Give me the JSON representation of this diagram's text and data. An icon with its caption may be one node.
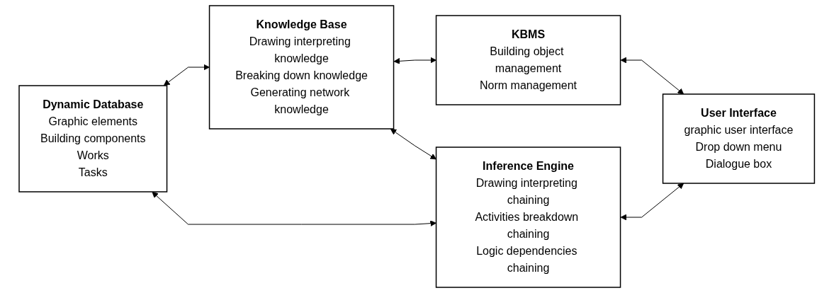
{
  "diagram": {
    "nodes": [
      {
        "text": [
          "Knowledge Base",
          "Drawing interpreting knowledge",
          "Breaking down knowledge",
          "Generating network knowledge"
        ]
      },
      {
        "text": [
          "KBMS",
          "Building object management",
          "Norm management"
        ]
      },
      {
        "text": [
          "Dynamic Database",
          "Graphic elements",
          "Building components",
          "Works",
          "Tasks"
        ]
      },
      {
        "text": [
          "Inference Engine",
          "Drawing interpreting chaining",
          "Activities breakdown chaining",
          "Logic dependencies chaining"
        ]
      },
      {
        "text": [
          "User Interface",
          "graphic user interface",
          "Drop down menu",
          "Dialogue box"
        ]
      }
    ],
    "edges": [
      {
        "from": 2,
        "to": 0,
        "arrow": "both"
      },
      {
        "from": 0,
        "to": 1,
        "arrow": "both"
      },
      {
        "from": 0,
        "to": 3,
        "arrow": "both"
      },
      {
        "from": 1,
        "to": 4,
        "arrow": "both"
      },
      {
        "from": 2,
        "to": 3,
        "arrow": "both"
      },
      {
        "from": 3,
        "to": 4,
        "arrow": "both"
      }
    ]
  }
}
